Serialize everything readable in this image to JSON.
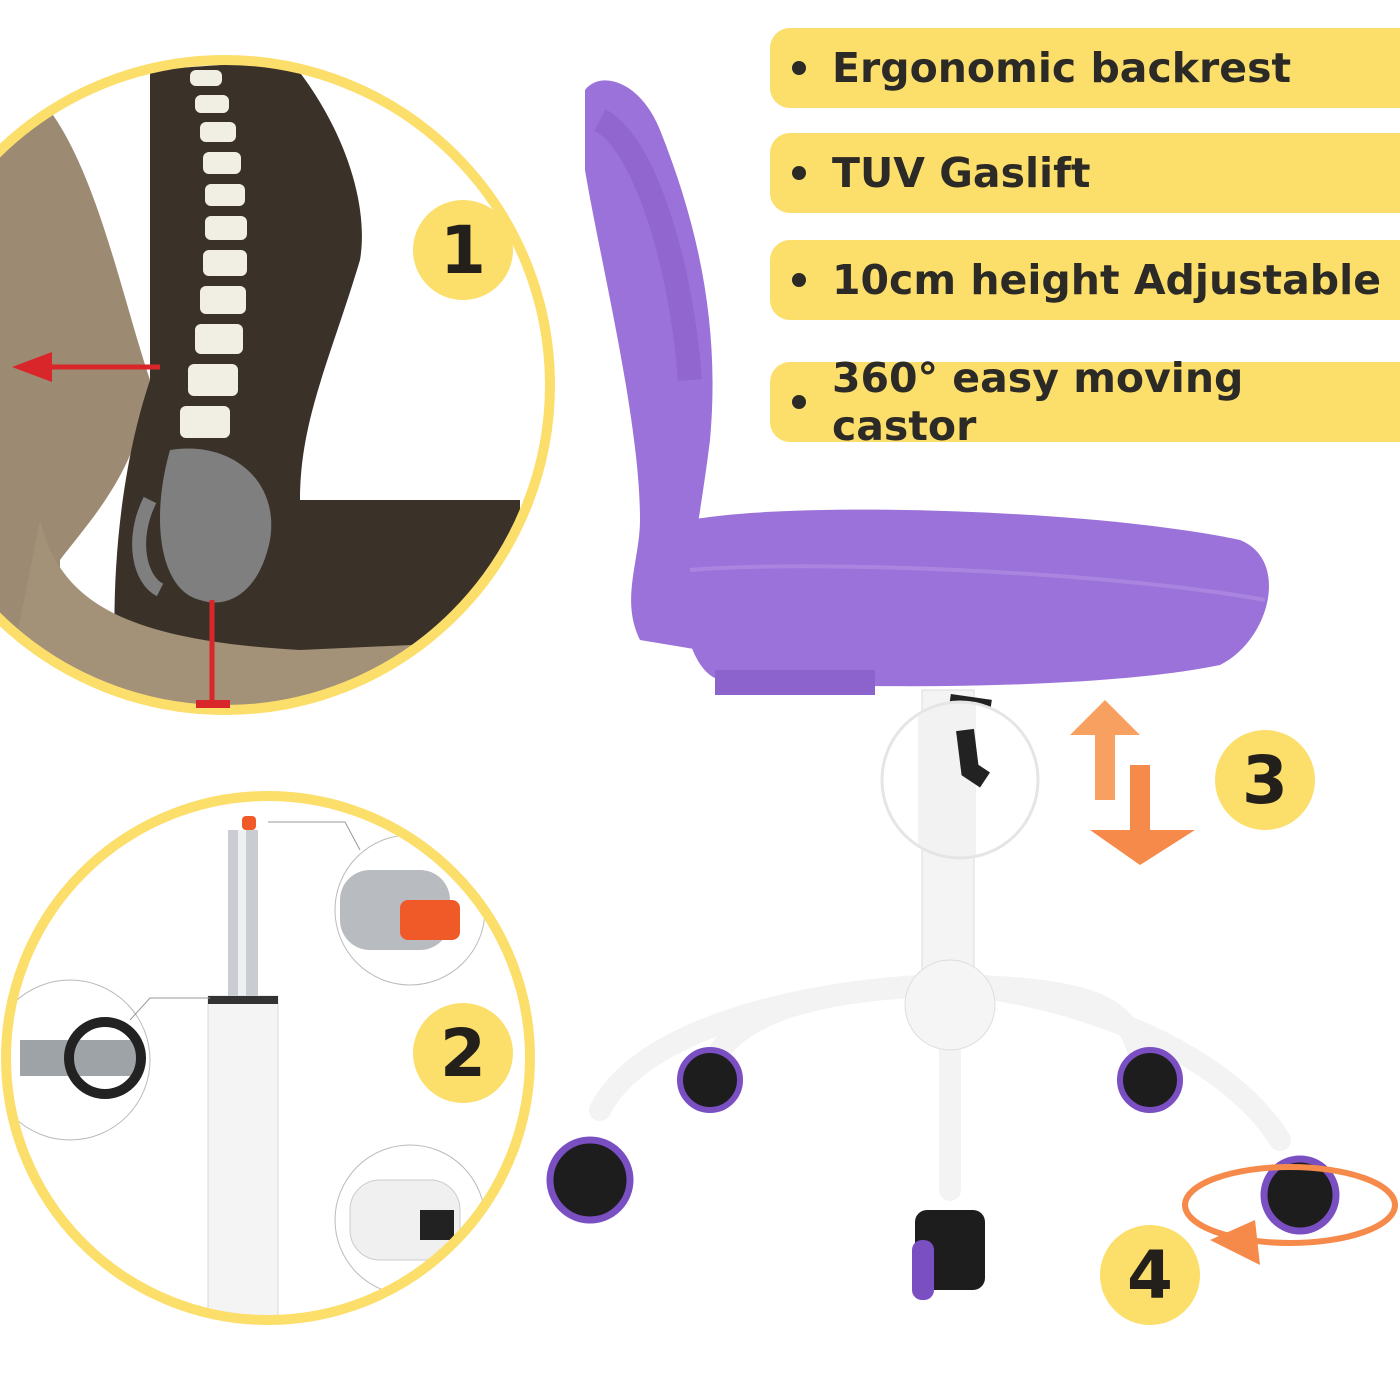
{
  "features": [
    {
      "label": "Ergonomic backrest"
    },
    {
      "label": "TUV Gaslift"
    },
    {
      "label": "10cm height Adjustable"
    },
    {
      "label": "360° easy moving castor"
    }
  ],
  "badges": [
    "1",
    "2",
    "3",
    "4"
  ],
  "colors": {
    "accent_yellow": "#fcde6b",
    "chair_purple": "#9b72d9",
    "arrow_orange": "#f58a4a",
    "arrow_red": "#d8262a"
  }
}
